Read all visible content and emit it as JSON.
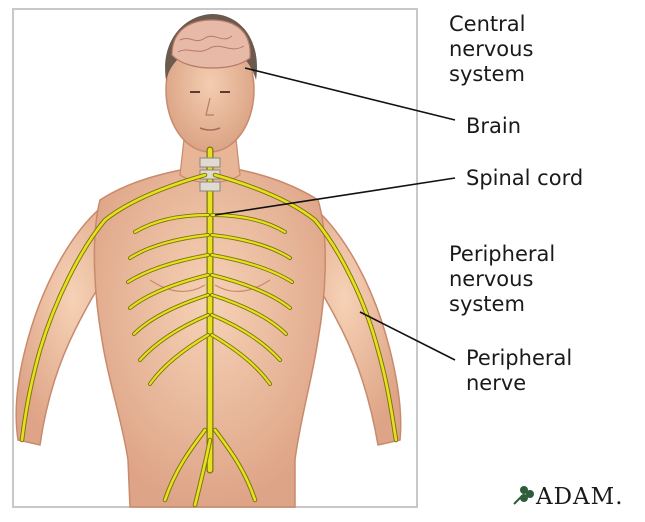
{
  "labels": {
    "cns": "Central\nnervous\nsystem",
    "brain": "Brain",
    "spinal_cord": "Spinal cord",
    "pns": "Peripheral\nnervous\nsystem",
    "peripheral_nerve": "Peripheral\nnerve"
  },
  "brand": {
    "text": "ADAM."
  },
  "colors": {
    "skin": "#f1c6a6",
    "skin_shadow": "#d79a7c",
    "nerve": "#e6e01e",
    "nerve_outline": "#7a7410",
    "brain": "#e7b9a7",
    "hair": "#6b5a4e",
    "frame": "#c8c8c8",
    "leader": "#111111",
    "brand_leaf": "#2f5d3a"
  }
}
